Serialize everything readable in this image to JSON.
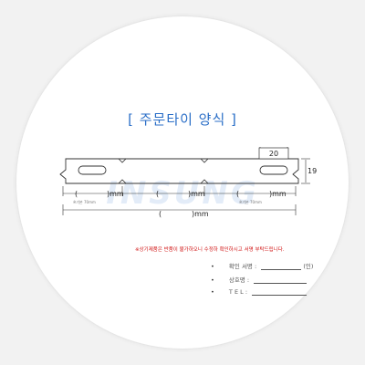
{
  "title": "[ 주문타이 양식 ]",
  "tag": {
    "hole_width_label": "20",
    "height_label": "19",
    "left_segment": {
      "open": "(",
      "close": ")mm",
      "small_note": "※기본 70mm"
    },
    "middle_segment": {
      "open": "(",
      "close": ")mm"
    },
    "right_segment": {
      "open": "(",
      "close": ")mm",
      "small_note": "※기본 70mm"
    },
    "total_length": {
      "open": "(",
      "close": ")mm"
    },
    "watermark": "INSUNG"
  },
  "notice": "※상기제품은 반품이 불가하오니 수정하 확인하시고 서명 부탁드립니다.",
  "signature_fields": [
    {
      "bullet": "•",
      "label": "확인 서명 :",
      "suffix": "(인)"
    },
    {
      "bullet": "•",
      "label": "상호명 :",
      "suffix": ""
    },
    {
      "bullet": "•",
      "label": "T E L :",
      "suffix": ""
    }
  ],
  "colors": {
    "title": "#2a6ec7",
    "notice": "#d01010",
    "watermark": "#2a6ec7",
    "outline": "#333333"
  }
}
